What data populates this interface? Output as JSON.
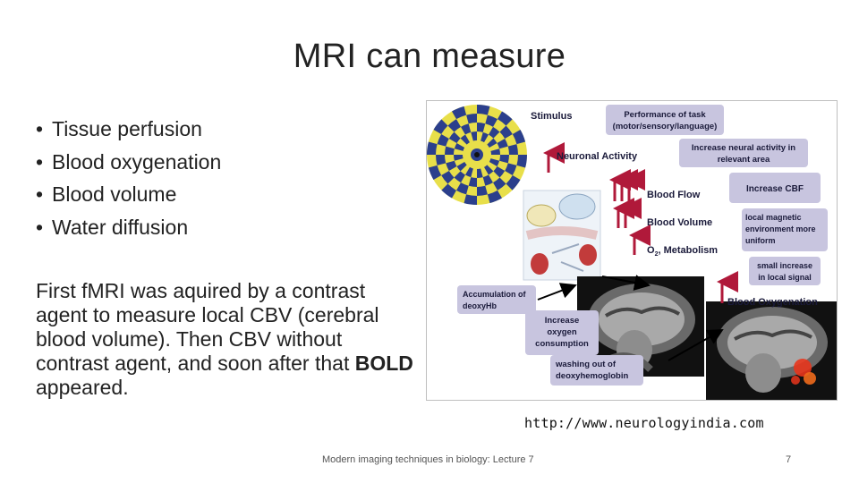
{
  "slide": {
    "title": "MRI can measure",
    "bullets": [
      "Tissue perfusion",
      "Blood oxygenation",
      "Blood volume",
      "Water diffusion"
    ],
    "bullet_char": "•",
    "paragraph_main": "First fMRI was aquired by a contrast agent to measure local CBV (cerebral blood volume). Then CBV without contrast agent, and soon after that",
    "paragraph_bold": "BOLD",
    "paragraph_end": " appeared.",
    "source": "http://www.neurologyindia.com",
    "footer": "Modern imaging techniques in biology: Lecture 7",
    "page_number": "7"
  },
  "figure": {
    "stimulus": "Stimulus",
    "performance_of_task": "Performance of task",
    "performance_sub": "(motor/sensory/language)",
    "neuronal_activity": "Neuronal Activity",
    "increase_neural_1": "Increase neural activity in",
    "increase_neural_2": "relevant area",
    "blood_flow": "Blood Flow",
    "increase_cbf": "Increase CBF",
    "blood_volume": "Blood Volume",
    "o2_metabolism": "O",
    "o2_sub": "2",
    "o2_metabolism_rest": ", Metabolism",
    "local_magnetic_1": "local magnetic",
    "local_magnetic_2": "environment more",
    "local_magnetic_3": "uniform",
    "small_increase_1": "small increase",
    "small_increase_2": "in local signal",
    "blood_oxygenation": "Blood Oxygenation",
    "accumulation_1": "Accumulation of",
    "accumulation_2": "deoxyHb",
    "increase_oxygen_1": "Increase",
    "increase_oxygen_2": "oxygen",
    "increase_oxygen_3": "consumption",
    "washing_out_1": "washing out of",
    "washing_out_2": "deoxyhemoglobin",
    "colors": {
      "label_box": "#c8c5df",
      "arrow_red": "#b0193a",
      "arrow_black": "#000000",
      "checker_blue": "#2b3f8c",
      "checker_yellow": "#e8df4a",
      "activation": "#e8351c"
    }
  }
}
